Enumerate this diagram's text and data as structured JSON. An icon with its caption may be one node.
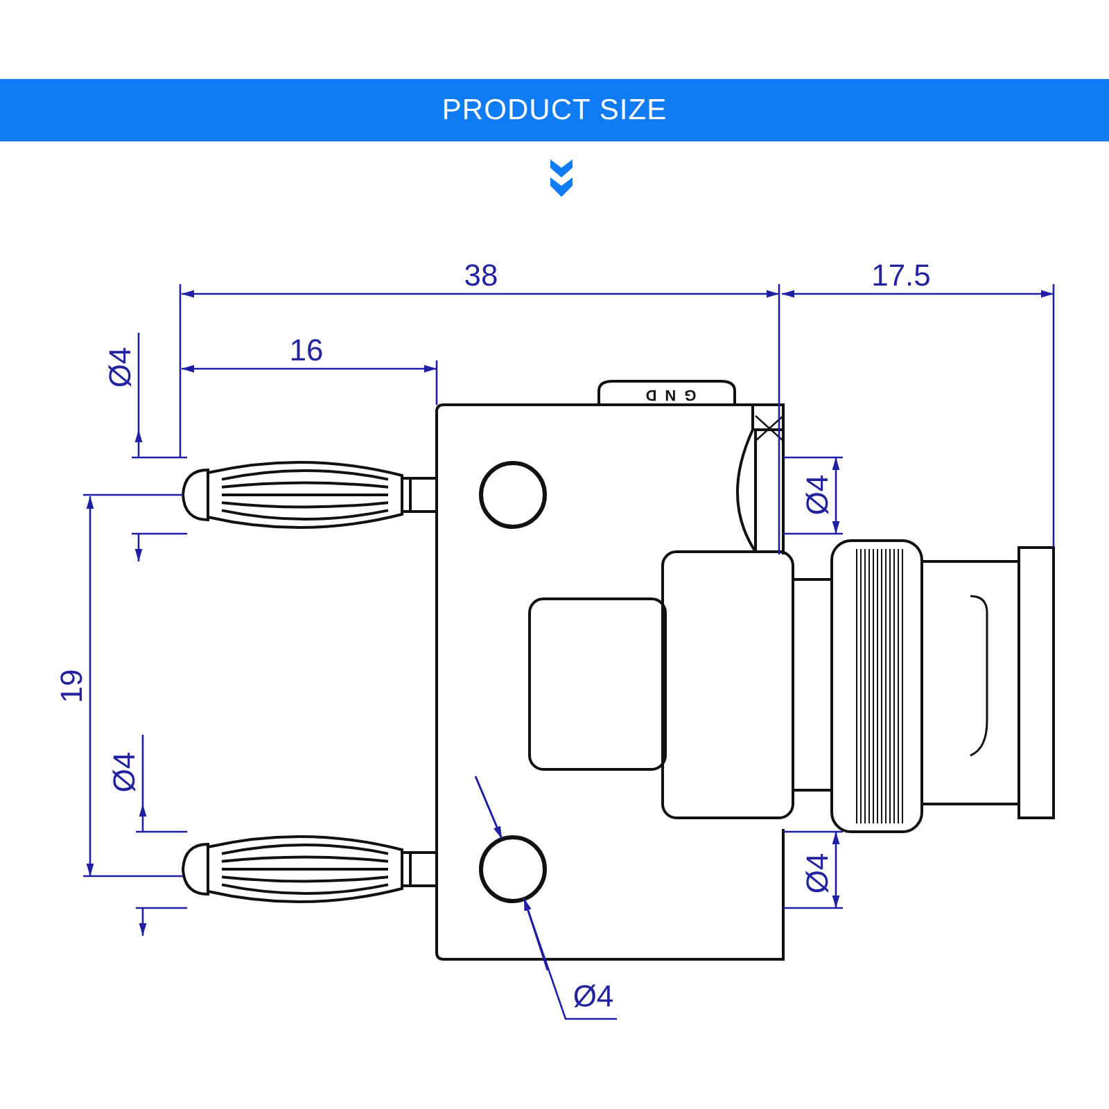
{
  "diagram": {
    "title": "PRODUCT SIZE",
    "labels": [
      "38",
      "17.5",
      "Ø4",
      "16",
      "GND",
      "Ø4",
      "19",
      "Ø4",
      "Ø4",
      "Ø4"
    ]
  }
}
